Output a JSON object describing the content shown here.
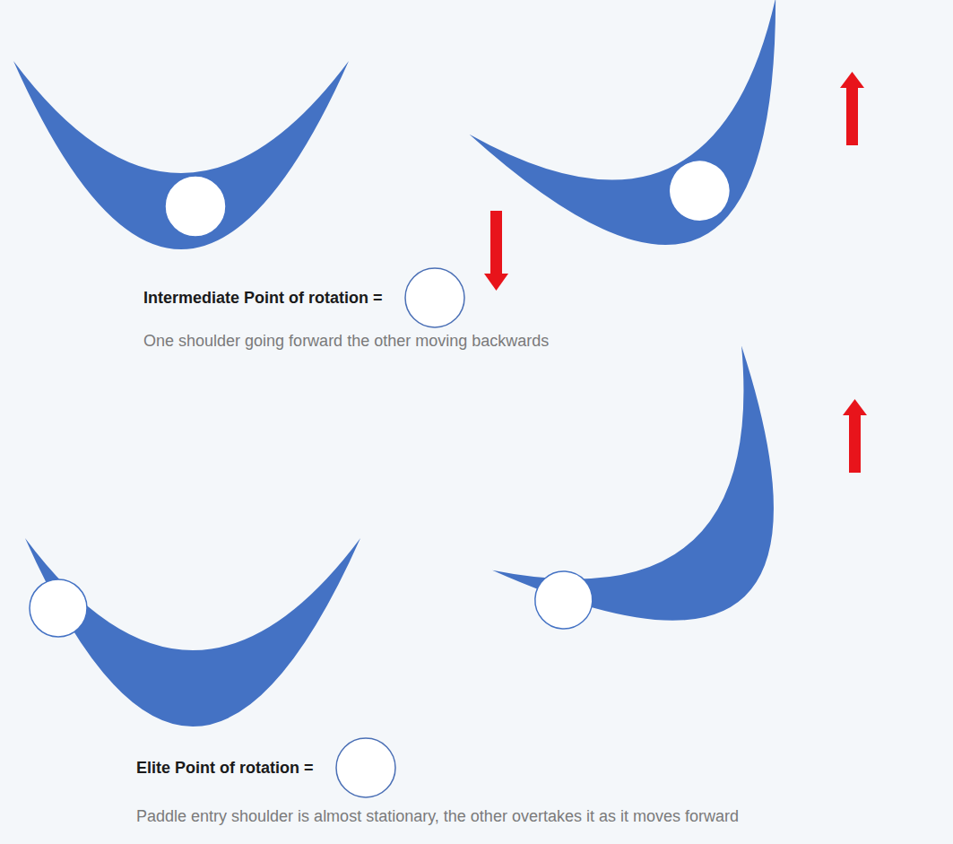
{
  "diagram": {
    "labels": [
      "Intermediate Point of rotation =",
      "One shoulder going forward the other moving backwards",
      "Elite Point of rotation =",
      "Paddle entry shoulder is almost stationary, the other overtakes it as it moves forward"
    ]
  }
}
